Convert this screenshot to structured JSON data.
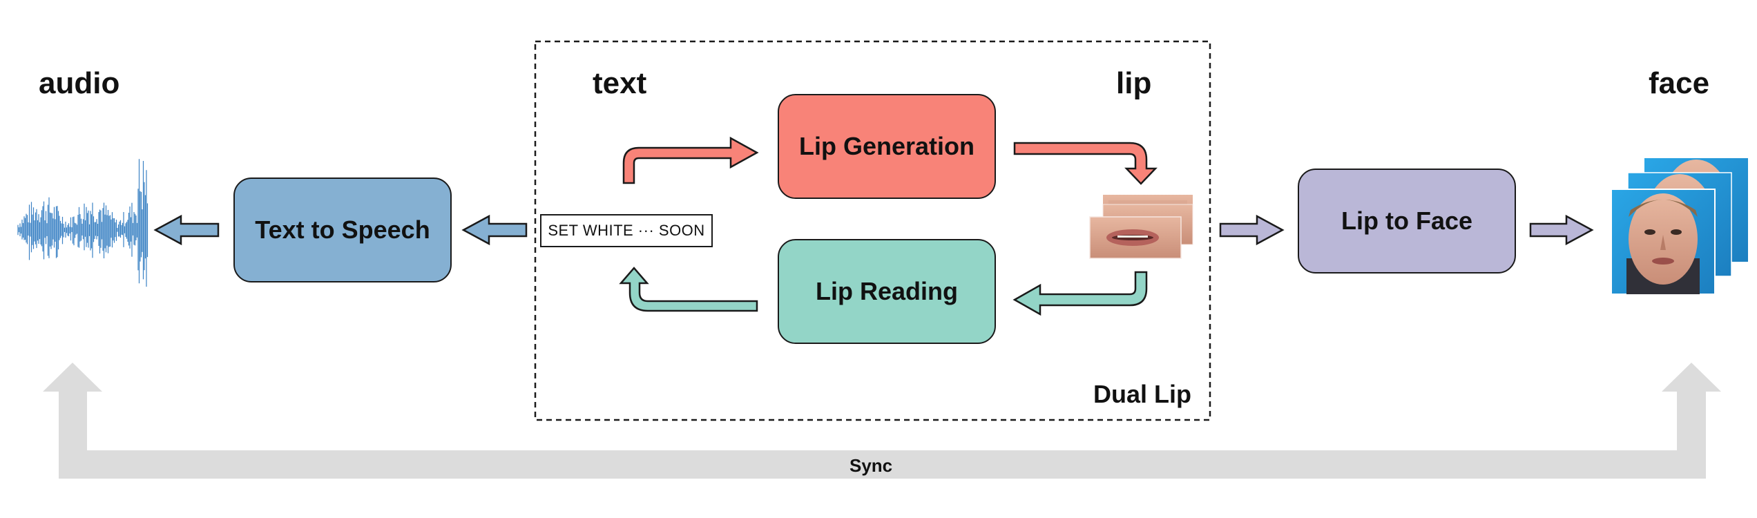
{
  "headers": {
    "audio": "audio",
    "text": "text",
    "lip": "lip",
    "face": "face"
  },
  "blocks": {
    "text_to_speech": "Text to Speech",
    "lip_generation": "Lip Generation",
    "lip_reading": "Lip Reading",
    "lip_to_face": "Lip to Face"
  },
  "text_sample": "SET WHITE ··· SOON",
  "dual_lip_label": "Dual Lip",
  "sync_label": "Sync",
  "icons": {
    "waveform": "audio-waveform-icon",
    "lip_frames": "lip-frames-image",
    "face_frames": "face-frames-image"
  },
  "colors": {
    "tts": "#85b0d2",
    "lip_generation": "#f88378",
    "lip_reading": "#93d5c7",
    "lip_to_face": "#bab7d7",
    "sync": "#dcdcdc",
    "waveform": "#3b82c4"
  }
}
